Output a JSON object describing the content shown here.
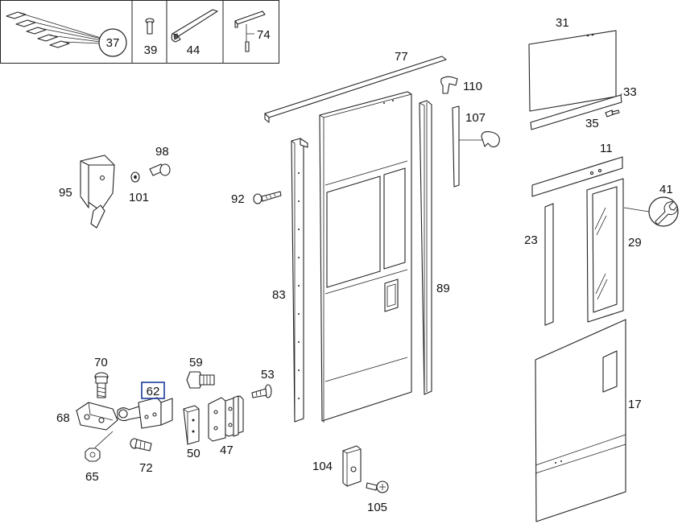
{
  "callouts": {
    "c37": "37",
    "c39": "39",
    "c44": "44",
    "c74": "74",
    "c77": "77",
    "c110": "110",
    "c107": "107",
    "c31": "31",
    "c33": "33",
    "c35": "35",
    "c98": "98",
    "c95": "95",
    "c101": "101",
    "c92": "92",
    "c11": "11",
    "c41": "41",
    "c23": "23",
    "c29": "29",
    "c83": "83",
    "c89": "89",
    "c70": "70",
    "c59": "59",
    "c53": "53",
    "c62": "62",
    "c68": "68",
    "c47": "47",
    "c50": "50",
    "c65": "65",
    "c72": "72",
    "c17": "17",
    "c104": "104",
    "c105": "105"
  },
  "highlight": {
    "selected_callout": "62",
    "highlight_color": "#1a3a9c"
  },
  "icons": {
    "tool_icon": "wrench-icon"
  }
}
